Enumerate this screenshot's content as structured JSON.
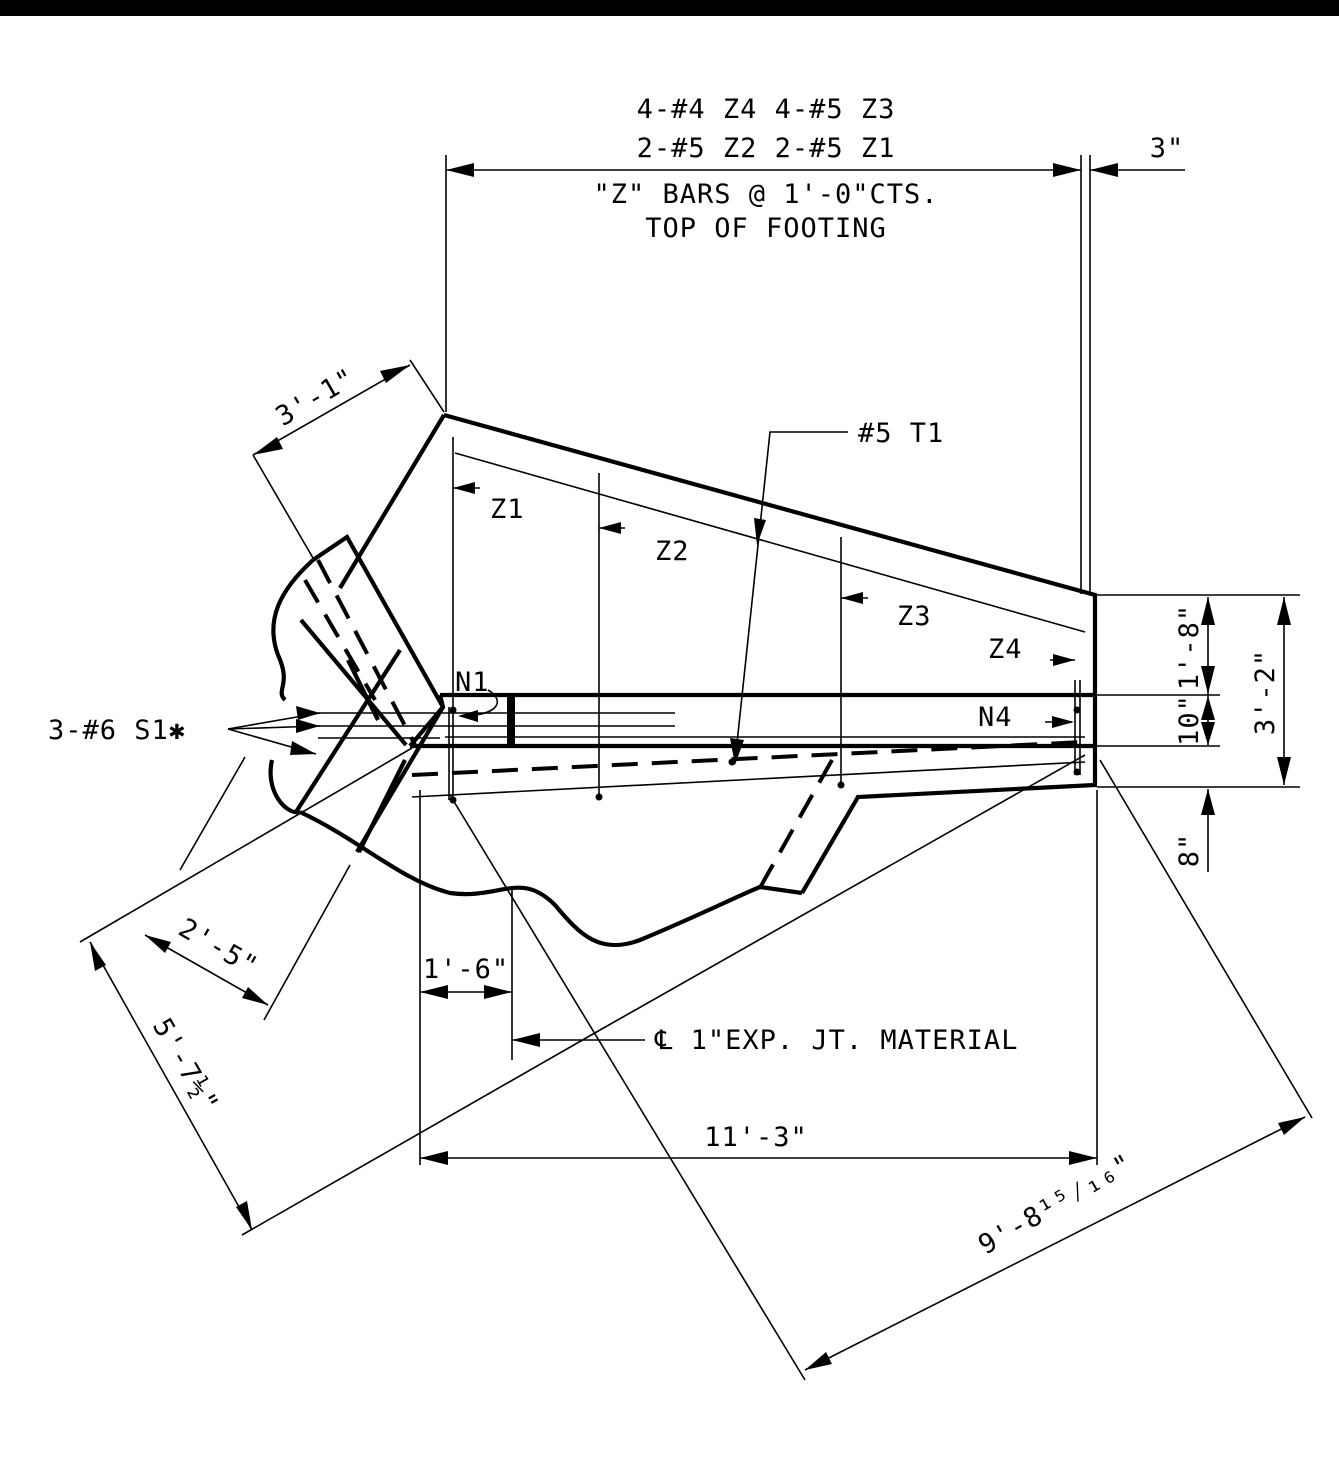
{
  "labels": {
    "z_bars_line1": "4-#4 Z4 4-#5 Z3",
    "z_bars_line2": "2-#5 Z2 2-#5 Z1",
    "z_bars_line3": "\"Z\" BARS @ 1'-0\"CTS.",
    "z_bars_line4": "TOP OF FOOTING",
    "dim_top_3in": "3\"",
    "dim_3ft1in": "3'-1\"",
    "t1_bar": "#5 T1",
    "z1": "Z1",
    "z2": "Z2",
    "z3": "Z3",
    "z4": "Z4",
    "n1": "N1",
    "n4": "N4",
    "s1_bars": "3-#6 S1✱",
    "dim_1ft8in": "1'-8\"",
    "dim_3ft2in": "3'-2\"",
    "dim_10in": "10\"",
    "dim_8in": "8\"",
    "dim_2ft5in": "2'-5\"",
    "dim_1ft6in": "1'-6\"",
    "exp_joint": "℄ 1\"EXP. JT. MATERIAL",
    "dim_11ft3in": "11'-3\"",
    "dim_5ft7half": "5'-7½\"",
    "dim_9ft8": "9'-8¹⁵⁄₁₆\""
  }
}
